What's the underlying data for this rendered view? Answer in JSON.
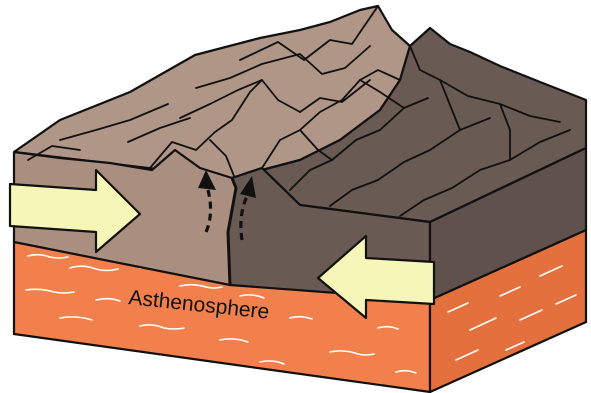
{
  "diagram": {
    "labels": {
      "asthenosphere": "Asthenosphere"
    },
    "colors": {
      "left_plate": "#B09686",
      "left_plate_front": "#AA8F80",
      "right_plate": "#6A5A54",
      "right_plate_side": "#5F514B",
      "asthenosphere": "#F2804C",
      "asthenosphere_side": "#E4703E",
      "arrow_fill": "#F6F6B8",
      "outline": "#111111"
    },
    "motion_arrows": [
      {
        "id": "left",
        "direction": "right"
      },
      {
        "id": "right",
        "direction": "left"
      }
    ],
    "uplift_arrows": 2
  }
}
